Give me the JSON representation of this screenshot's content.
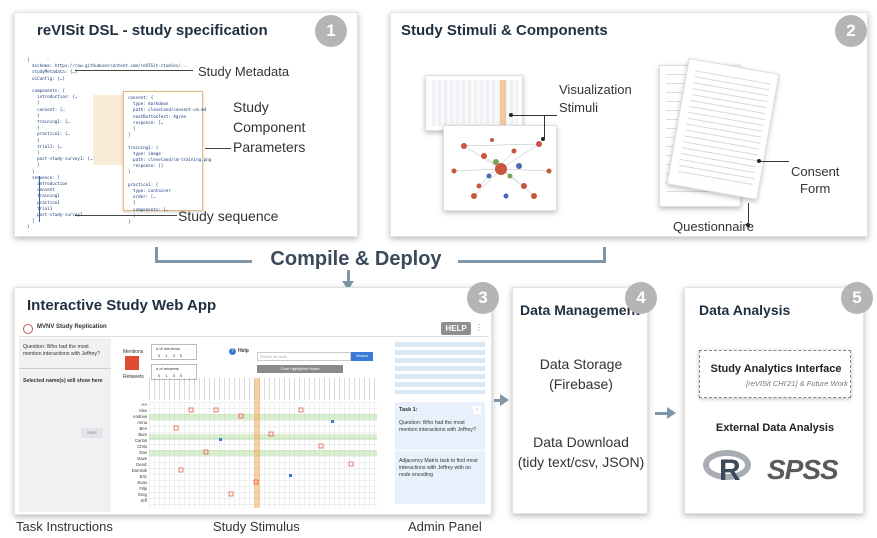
{
  "panel1": {
    "title": "reVISit DSL - study specification",
    "badge": "1",
    "annot_metadata": "Study Metadata",
    "annot_component": "Study\nComponent\nParameters",
    "annot_sequence": "Study sequence",
    "code_left": "{\n  $schema: https://raw.githubusercontent.com/reVISit-studies/...\n  studyMetadata: {…}\n  uiConfig: {…}\n\n  components: {\n    introduction: {…\n    }\n    consent: {…\n    }\n    training1: {…\n    }\n    practice1: {…\n    }\n    trial1: {…\n    }\n    post-study-survey1: {…\n    }\n  }\n  sequence: [\n    introduction\n    consent\n    training1\n    practice1\n    trial1\n    post-study-survey1\n  ]\n}",
    "code_right": "consent: {\n  type: markdown\n  path: cleveland/consent-cm.md\n  nextButtonText: Agree\n  response: […\n  ]\n}\n\ntraining1: {\n  type: image\n  path: cleveland/cm-training.png\n  response: []\n}\n\npractice1: {\n  type: container\n  order: […\n  ]\n  components: {…\n  }\n}"
  },
  "panel2": {
    "title": "Study Stimuli & Components",
    "badge": "2",
    "annot_vis": "Visualization\nStimuli",
    "annot_consent": "Consent\nForm",
    "annot_questionnaire": "Questionnaire"
  },
  "compile": {
    "label": "Compile & Deploy"
  },
  "panel3": {
    "title": "Interactive Study Web App",
    "badge": "3",
    "app_title": "MVNV Study Replication",
    "help": "HELP",
    "question": "Question: Who had the most mention interactions with Jeffrey?",
    "selected": "Selected name(s) will show here",
    "next": "Next",
    "mentions": "Mentions",
    "retweets": "Retweets",
    "legend_mentions": "# of mentions",
    "legend_retweets": "# of retweets",
    "legend_ticks": "0 1 3 5",
    "help_link": "Help",
    "search_placeholder": "Search for node",
    "search_btn": "Search",
    "clear_btn": "Clear Highlighted Nodes",
    "task_title": "Task 1:",
    "task_question": "Question: Who had the most mention interactions with Jeffrey?",
    "task_desc": "Adjacency Matrix task to find most interactions with Jeffrey with on node encoding",
    "row_names": [
      "AA",
      "Alex",
      "Andrew",
      "Anna",
      "Ben",
      "Bum",
      "Carlos",
      "Chris",
      "Dan",
      "Dave",
      "Deniz",
      "Dominik",
      "Eric",
      "Evan",
      "Filip",
      "Greg",
      "Jeff"
    ]
  },
  "captions": {
    "task": "Task Instructions",
    "stimulus": "Study Stimulus",
    "admin": "Admin Panel"
  },
  "panel4": {
    "title": "Data Management",
    "badge": "4",
    "storage": "Data Storage\n(Firebase)",
    "download": "Data Download\n(tidy text/csv, JSON)"
  },
  "panel5": {
    "title": "Data Analysis",
    "badge": "5",
    "analytics_title": "Study Analytics Interface",
    "analytics_sub": "[reVISit CHI'21] & Future Work",
    "external": "External Data Analysis",
    "r_logo": "R",
    "spss_logo": "SPSS"
  }
}
